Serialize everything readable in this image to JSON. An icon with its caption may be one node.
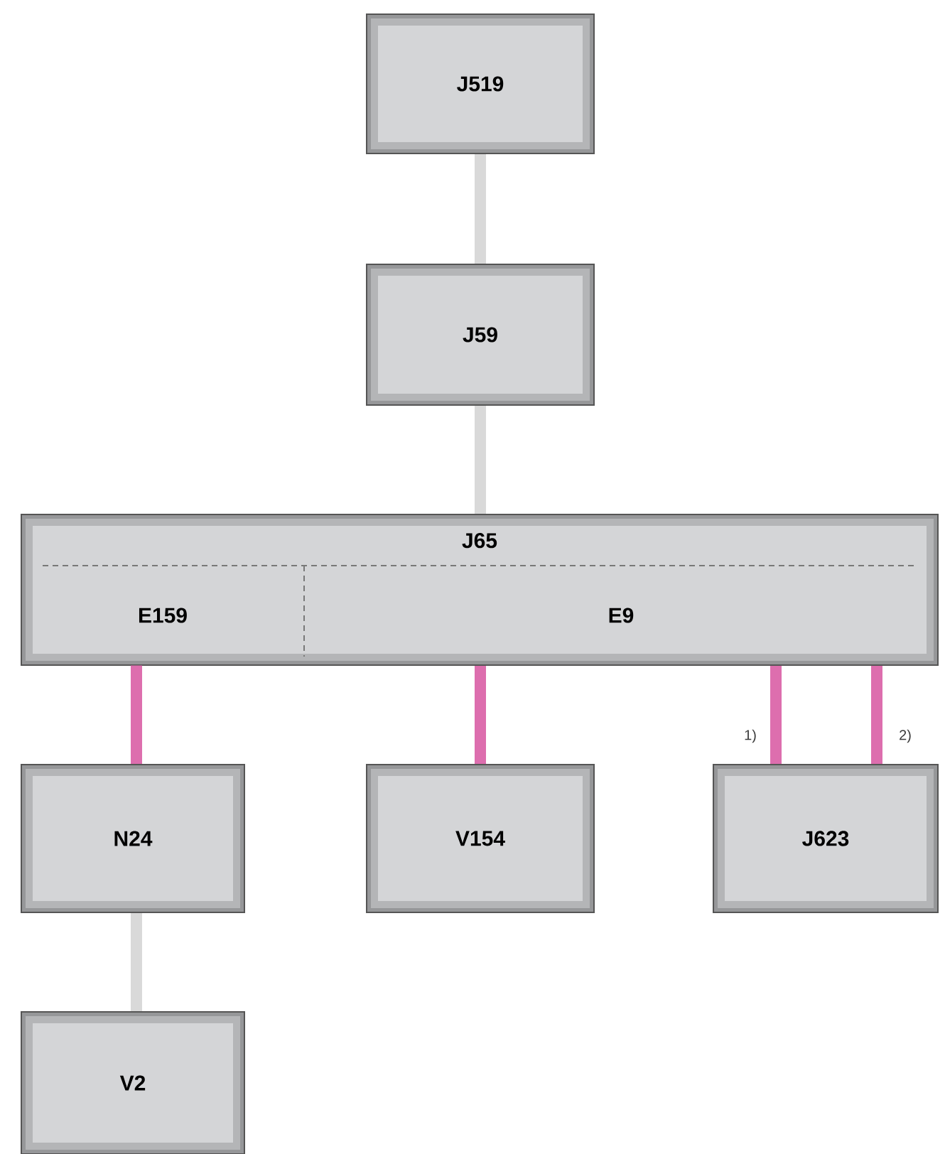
{
  "diagram": {
    "nodes": [
      {
        "text": [
          "J519"
        ]
      },
      {
        "text": [
          "J59"
        ]
      },
      {
        "text": [
          "J65"
        ]
      },
      {
        "text": [
          "E159"
        ],
        "in": 2
      },
      {
        "text": [
          "E9"
        ],
        "in": 2
      },
      {
        "text": [
          "N24"
        ]
      },
      {
        "text": [
          "V154"
        ]
      },
      {
        "text": [
          "J623"
        ]
      },
      {
        "text": [
          "V2"
        ]
      }
    ],
    "edges": [
      {
        "from": 0,
        "to": 1,
        "arrow": "none",
        "color": "#d9d9d9"
      },
      {
        "from": 1,
        "to": 2,
        "arrow": "none",
        "color": "#d9d9d9"
      },
      {
        "from": 3,
        "to": 5,
        "arrow": "none"
      },
      {
        "from": 2,
        "to": 6,
        "arrow": "none"
      },
      {
        "from": 2,
        "to": 7,
        "arrow": "none",
        "label": "1)"
      },
      {
        "from": 2,
        "to": 7,
        "arrow": "none",
        "label": "2)"
      },
      {
        "from": 5,
        "to": 8,
        "arrow": "none",
        "color": "#d9d9d9"
      }
    ]
  }
}
